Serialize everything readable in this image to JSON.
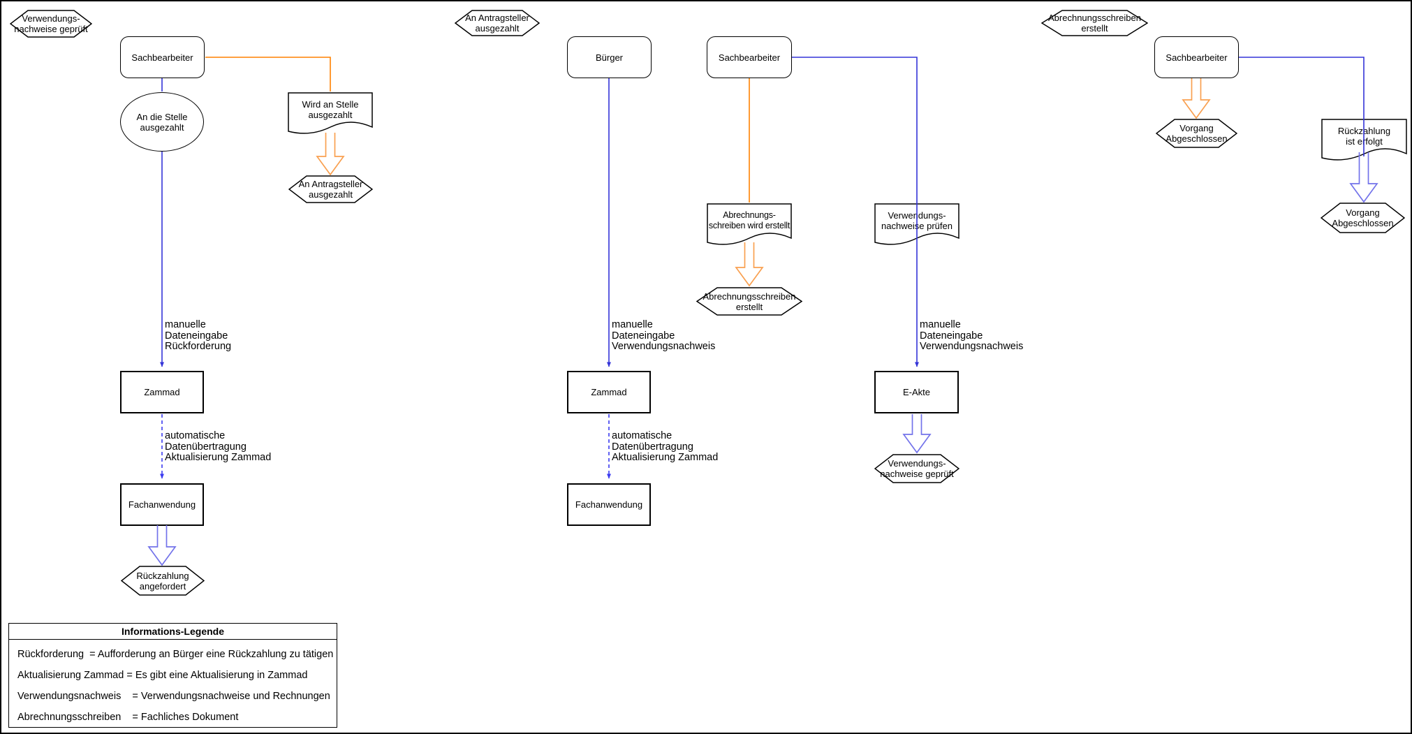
{
  "colors": {
    "line_blue": "#3434d8",
    "dashed_blue": "#3b3bf0",
    "block_blue": "#7373ea",
    "line_orange": "#ff8000",
    "block_orange": "#f9a050",
    "shape_stroke": "#000000"
  },
  "nodes": {
    "hex_vn_geprueft_left": "Verwendungs-\nnachweise geprüft",
    "actor_sachbearbeiter_1": "Sachbearbeiter",
    "ellipse_an_die_stelle": "An die Stelle\nausgezahlt",
    "doc_wird_an_stelle": "Wird an Stelle\nausgezahlt",
    "hex_an_antragsteller_1": "An Antragsteller\nausgezahlt",
    "zammad_1": "Zammad",
    "fachanwendung_1": "Fachanwendung",
    "hex_rueckzahlung_angefordert": "Rückzahlung\nangefordert",
    "hex_an_antragsteller_2": "An Antragsteller\nausgezahlt",
    "actor_buerger": "Bürger",
    "zammad_2": "Zammad",
    "fachanwendung_2": "Fachanwendung",
    "actor_sachbearbeiter_2": "Sachbearbeiter",
    "doc_abrechnungsschreiben": "Abrechnungs-\nschreiben wird erstellt",
    "hex_abrechnungsschreiben_1": "Abrechnungsschreiben\nerstellt",
    "doc_vn_pruefen": "Verwendungs-\nnachweise prüfen",
    "eakte": "E-Akte",
    "hex_vn_geprueft_mid": "Verwendungs-\nnachweise geprüft",
    "hex_abrechnungsschreiben_2": "Abrechnungsschreiben\nerstellt",
    "actor_sachbearbeiter_3": "Sachbearbeiter",
    "hex_vorgang_1": "Vorgang\nAbgeschlossen",
    "doc_rueckzahlung_erfolgt": "Rückzahlung\nist erfolgt",
    "hex_vorgang_2": "Vorgang\nAbgeschlossen"
  },
  "edge_labels": {
    "manual_rueckforderung": "manuelle\nDateneingabe\nRückforderung",
    "auto_zammad_1": "automatische\nDatenübertragung\nAktualisierung Zammad",
    "manual_vn_1": "manuelle\nDateneingabe\nVerwendungsnachweis",
    "auto_zammad_2": "automatische\nDatenübertragung\nAktualisierung Zammad",
    "manual_vn_2": "manuelle\nDateneingabe\nVerwendungsnachweis"
  },
  "legend": {
    "title": "Informations-Legende",
    "rows": [
      "Rückforderung  = Aufforderung an Bürger eine Rückzahlung zu tätigen",
      "Aktualisierung Zammad = Es gibt eine Aktualisierung in Zammad",
      "Verwendungsnachweis    = Verwendungsnachweise und Rechnungen",
      "Abrechnungsschreiben    = Fachliches Dokument"
    ]
  }
}
